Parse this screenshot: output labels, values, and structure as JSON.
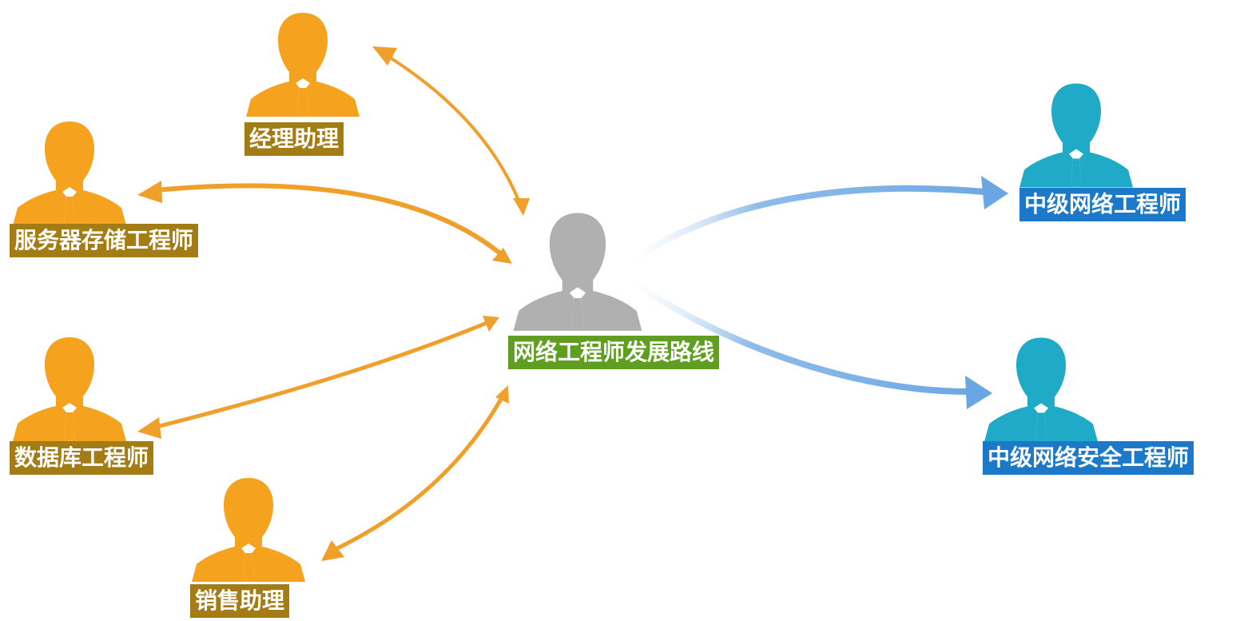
{
  "diagram": {
    "center": {
      "label": "网络工程师发展路线",
      "color": "#b0b0b0",
      "label_bg": "#5e9f1f"
    },
    "left_nodes": [
      {
        "key": "manager-assistant",
        "label": "经理助理"
      },
      {
        "key": "server-storage-engineer",
        "label": "服务器存储工程师"
      },
      {
        "key": "database-engineer",
        "label": "数据库工程师"
      },
      {
        "key": "sales-assistant",
        "label": "销售助理"
      }
    ],
    "right_nodes": [
      {
        "key": "mid-network-engineer",
        "label": "中级网络工程师"
      },
      {
        "key": "mid-network-security-engineer",
        "label": "中级网络安全工程师"
      }
    ],
    "colors": {
      "orange_person": "#f5a21f",
      "orange_arrow": "#f0a02a",
      "olive_label": "#a47c15",
      "teal_person": "#1faac7",
      "blue_label": "#1c79c9",
      "blue_arrow": "#7ab0e6"
    },
    "icons": {
      "person": "person-silhouette-icon",
      "arrow": "double-headed-arrow-icon"
    }
  }
}
